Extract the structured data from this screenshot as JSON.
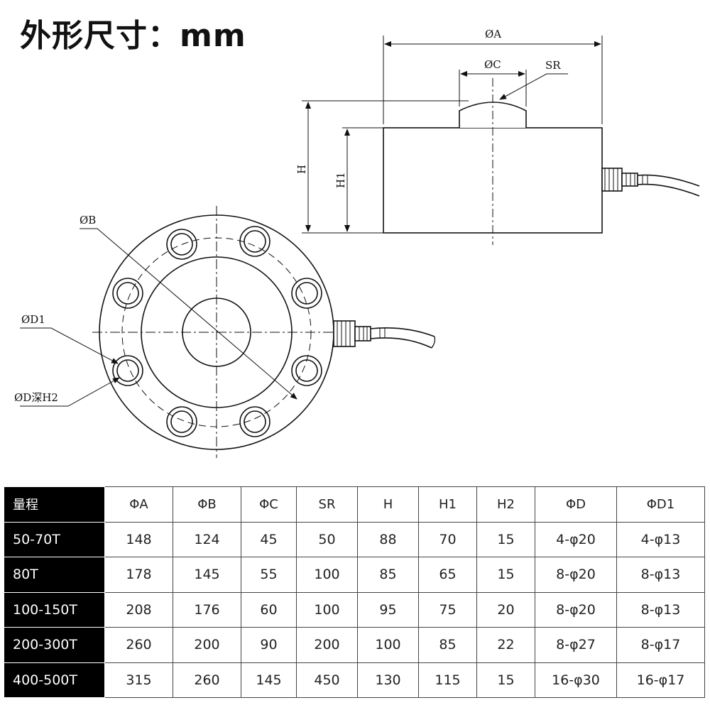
{
  "title": "外形尺寸：mm",
  "labels": {
    "dim_a": "ØA",
    "dim_c": "ØC",
    "sr": "SR",
    "h": "H",
    "h1": "H1",
    "dim_b": "ØB",
    "dim_d1": "ØD1",
    "dim_d_depth": "ØD深H2"
  },
  "table": {
    "headers": [
      "量程",
      "ΦA",
      "ΦB",
      "ΦC",
      "SR",
      "H",
      "H1",
      "H2",
      "ΦD",
      "ΦD1"
    ],
    "rows": [
      [
        "50-70T",
        "148",
        "124",
        "45",
        "50",
        "88",
        "70",
        "15",
        "4-φ20",
        "4-φ13"
      ],
      [
        "80T",
        "178",
        "145",
        "55",
        "100",
        "85",
        "65",
        "15",
        "8-φ20",
        "8-φ13"
      ],
      [
        "100-150T",
        "208",
        "176",
        "60",
        "100",
        "95",
        "75",
        "20",
        "8-φ20",
        "8-φ13"
      ],
      [
        "200-300T",
        "260",
        "200",
        "90",
        "200",
        "100",
        "85",
        "22",
        "8-φ27",
        "8-φ17"
      ],
      [
        "400-500T",
        "315",
        "260",
        "145",
        "450",
        "130",
        "115",
        "15",
        "16-φ30",
        "16-φ17"
      ]
    ]
  }
}
